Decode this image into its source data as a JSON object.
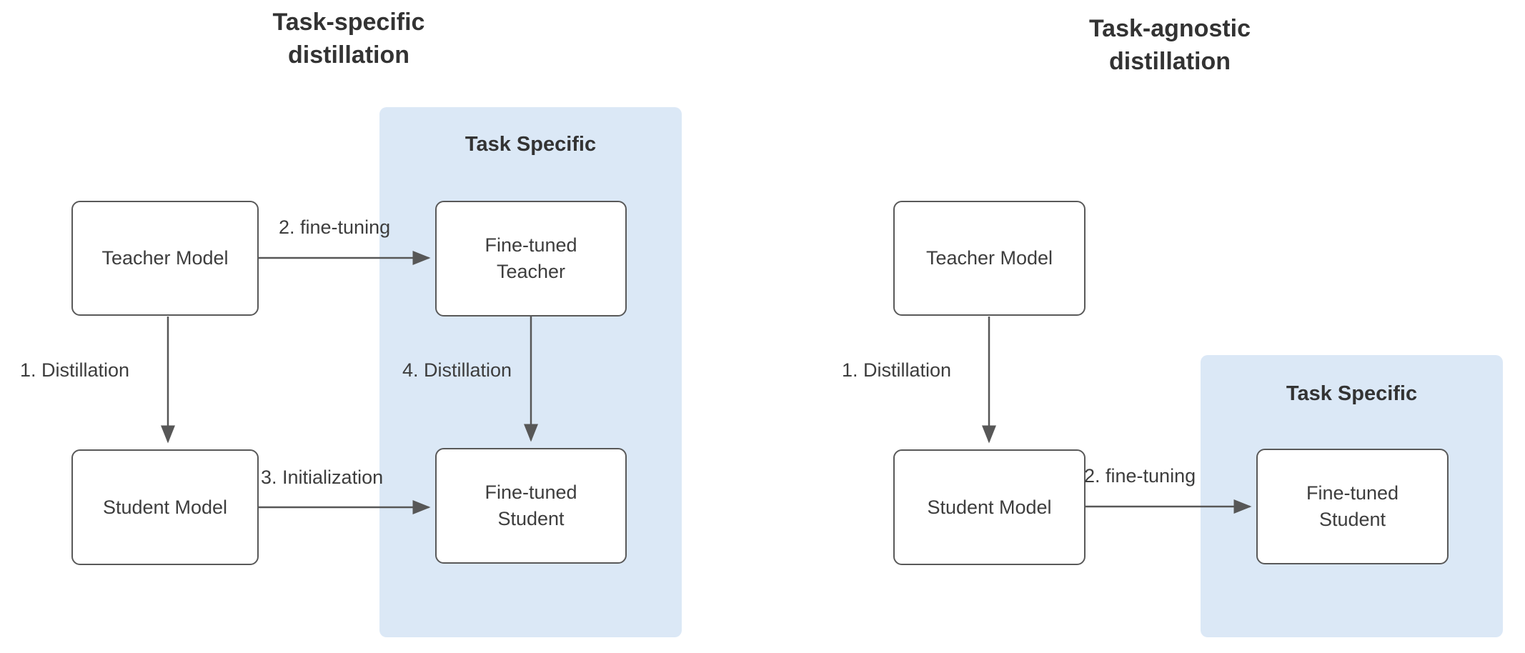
{
  "colors": {
    "region_fill": "#dbe8f6",
    "node_fill": "#ffffff",
    "node_border": "#595959",
    "arrow": "#575757",
    "text": "#3d3d3d",
    "title_text": "#333333"
  },
  "left": {
    "title_line1": "Task-specific",
    "title_line2": "distillation",
    "region_label": "Task Specific",
    "nodes": {
      "teacher": "Teacher Model",
      "fine_tuned_teacher": "Fine-tuned Teacher",
      "student": "Student Model",
      "fine_tuned_student": "Fine-tuned Student"
    },
    "edge_labels": {
      "distillation_1": "1. Distillation",
      "fine_tuning_2": "2. fine-tuning",
      "initialization_3": "3. Initialization",
      "distillation_4": "4. Distillation"
    }
  },
  "right": {
    "title_line1": "Task-agnostic",
    "title_line2": "distillation",
    "region_label": "Task Specific",
    "nodes": {
      "teacher": "Teacher Model",
      "student": "Student Model",
      "fine_tuned_student": "Fine-tuned Student"
    },
    "edge_labels": {
      "distillation_1": "1. Distillation",
      "fine_tuning_2": "2. fine-tuning"
    }
  }
}
